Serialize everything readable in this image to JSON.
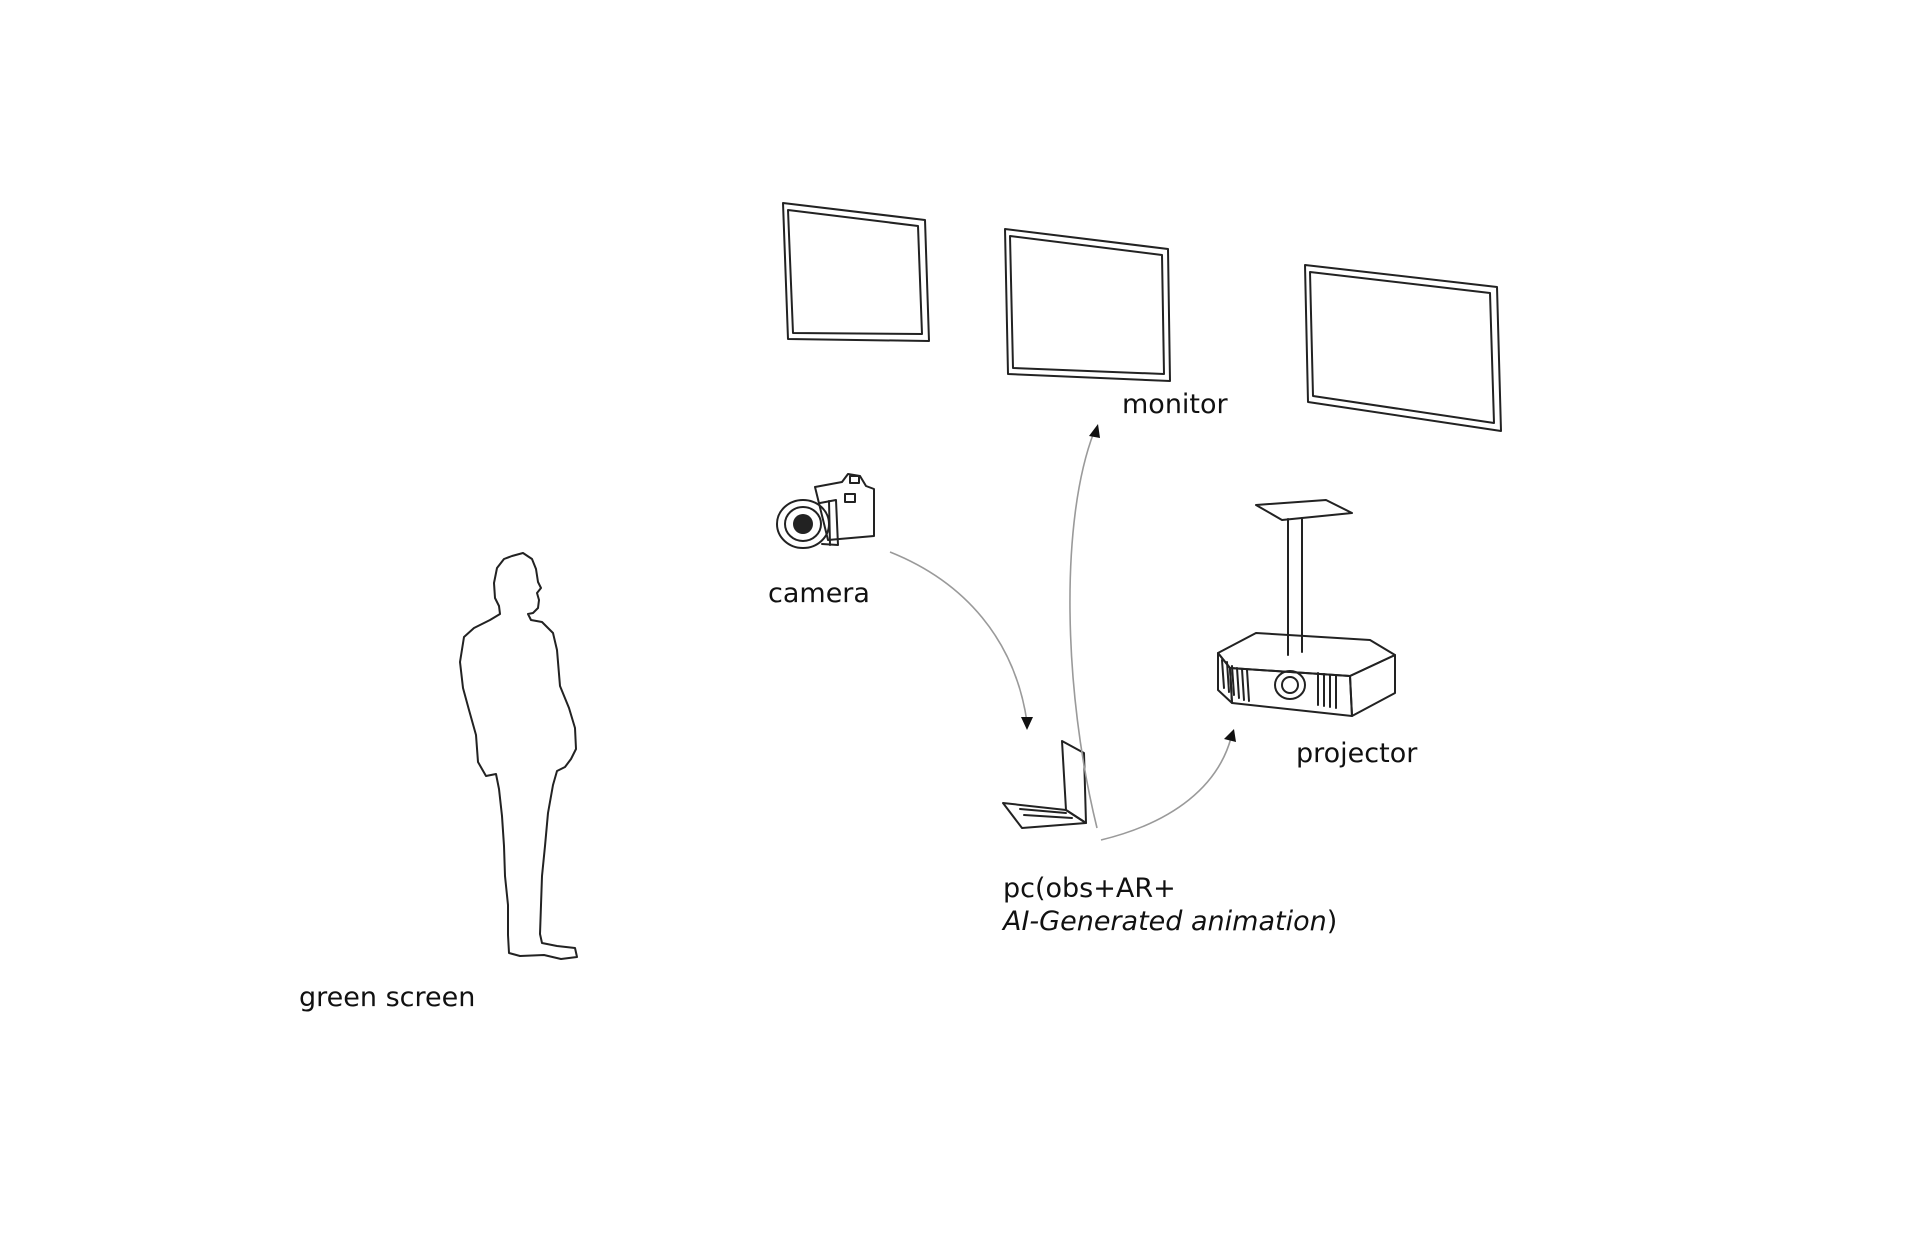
{
  "labels": {
    "monitor": "monitor",
    "camera": "camera",
    "projector": "projector",
    "green_screen": "green screen",
    "pc_line1": "pc(obs+AR+",
    "pc_line2_italic": "AI-Generated animation",
    "pc_line2_close": ")"
  },
  "colors": {
    "line": "#222222",
    "arrow": "#9a9a9a",
    "background": "#ffffff"
  },
  "icons": [
    "person-silhouette-icon",
    "camera-icon",
    "laptop-icon",
    "projector-icon",
    "monitor-icon"
  ]
}
